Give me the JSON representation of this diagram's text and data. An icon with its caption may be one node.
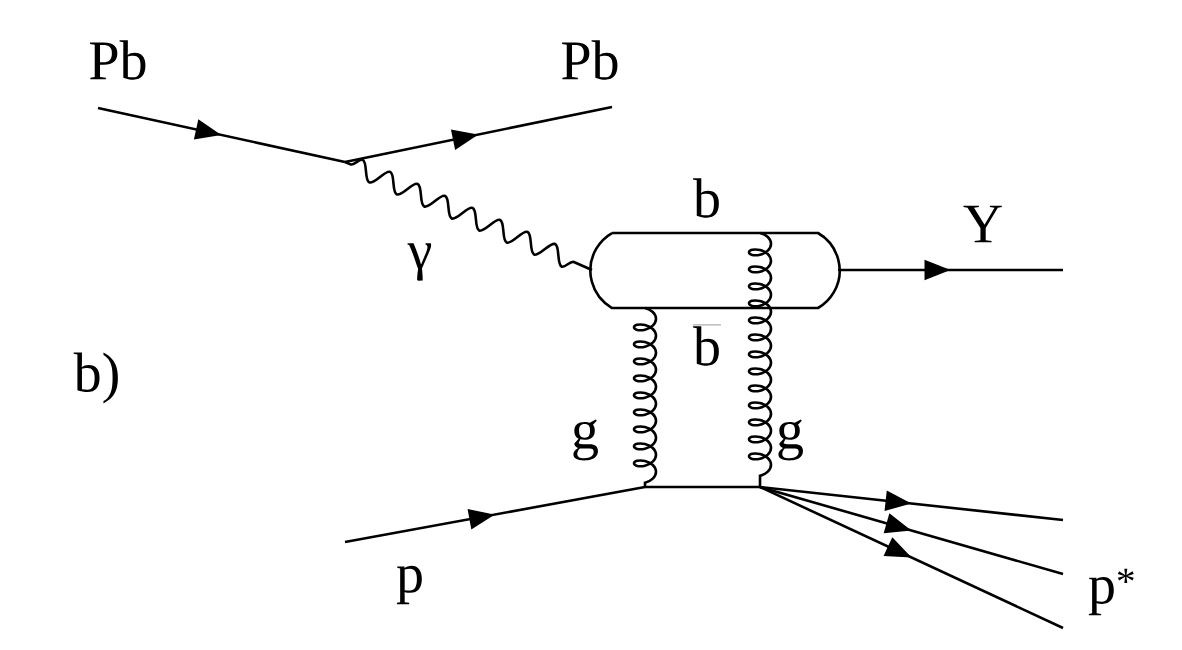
{
  "diagram": {
    "labels": [
      "Pb",
      "Pb",
      "b",
      "Y",
      "γ",
      "b)",
      "\\overline{\\mathrm{b}}",
      "g",
      "g",
      "p",
      "p$^{*}$"
    ]
  }
}
